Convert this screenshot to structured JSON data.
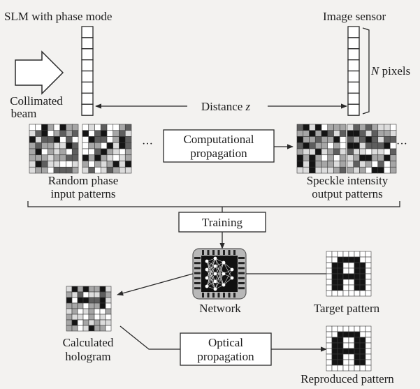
{
  "labels": {
    "slm": "SLM with phase mode",
    "sensor": "Image sensor",
    "n_pixels_italic": "N",
    "n_pixels_rest": " pixels",
    "collimated_1": "Collimated",
    "collimated_2": "beam",
    "distance_prefix": "Distance ",
    "distance_var": "z",
    "comp_prop_1": "Computational",
    "comp_prop_2": "propagation",
    "random_1": "Random phase",
    "random_2": "input patterns",
    "speckle_1": "Speckle intensity",
    "speckle_2": "output patterns",
    "training": "Training",
    "network": "Network",
    "target": "Target pattern",
    "calculated_1": "Calculated",
    "calculated_2": "hologram",
    "optical_1": "Optical",
    "optical_2": "propagation",
    "reproduced": "Reproduced pattern",
    "ellipsis_left": "···",
    "ellipsis_right": "···"
  },
  "colors": {
    "ink": "#2a2a2a",
    "background": "#f3f2f0",
    "cell_black": "#141414",
    "cell_dark": "#5e5e5e",
    "cell_gray": "#a6a6a6",
    "cell_light": "#dcdcdc",
    "cell_white": "#ffffff",
    "network_frame": "#b8b8b8"
  },
  "icons": {
    "collimated_beam": "hollow-right-arrow-icon",
    "network": "neural-network-chip-icon"
  }
}
